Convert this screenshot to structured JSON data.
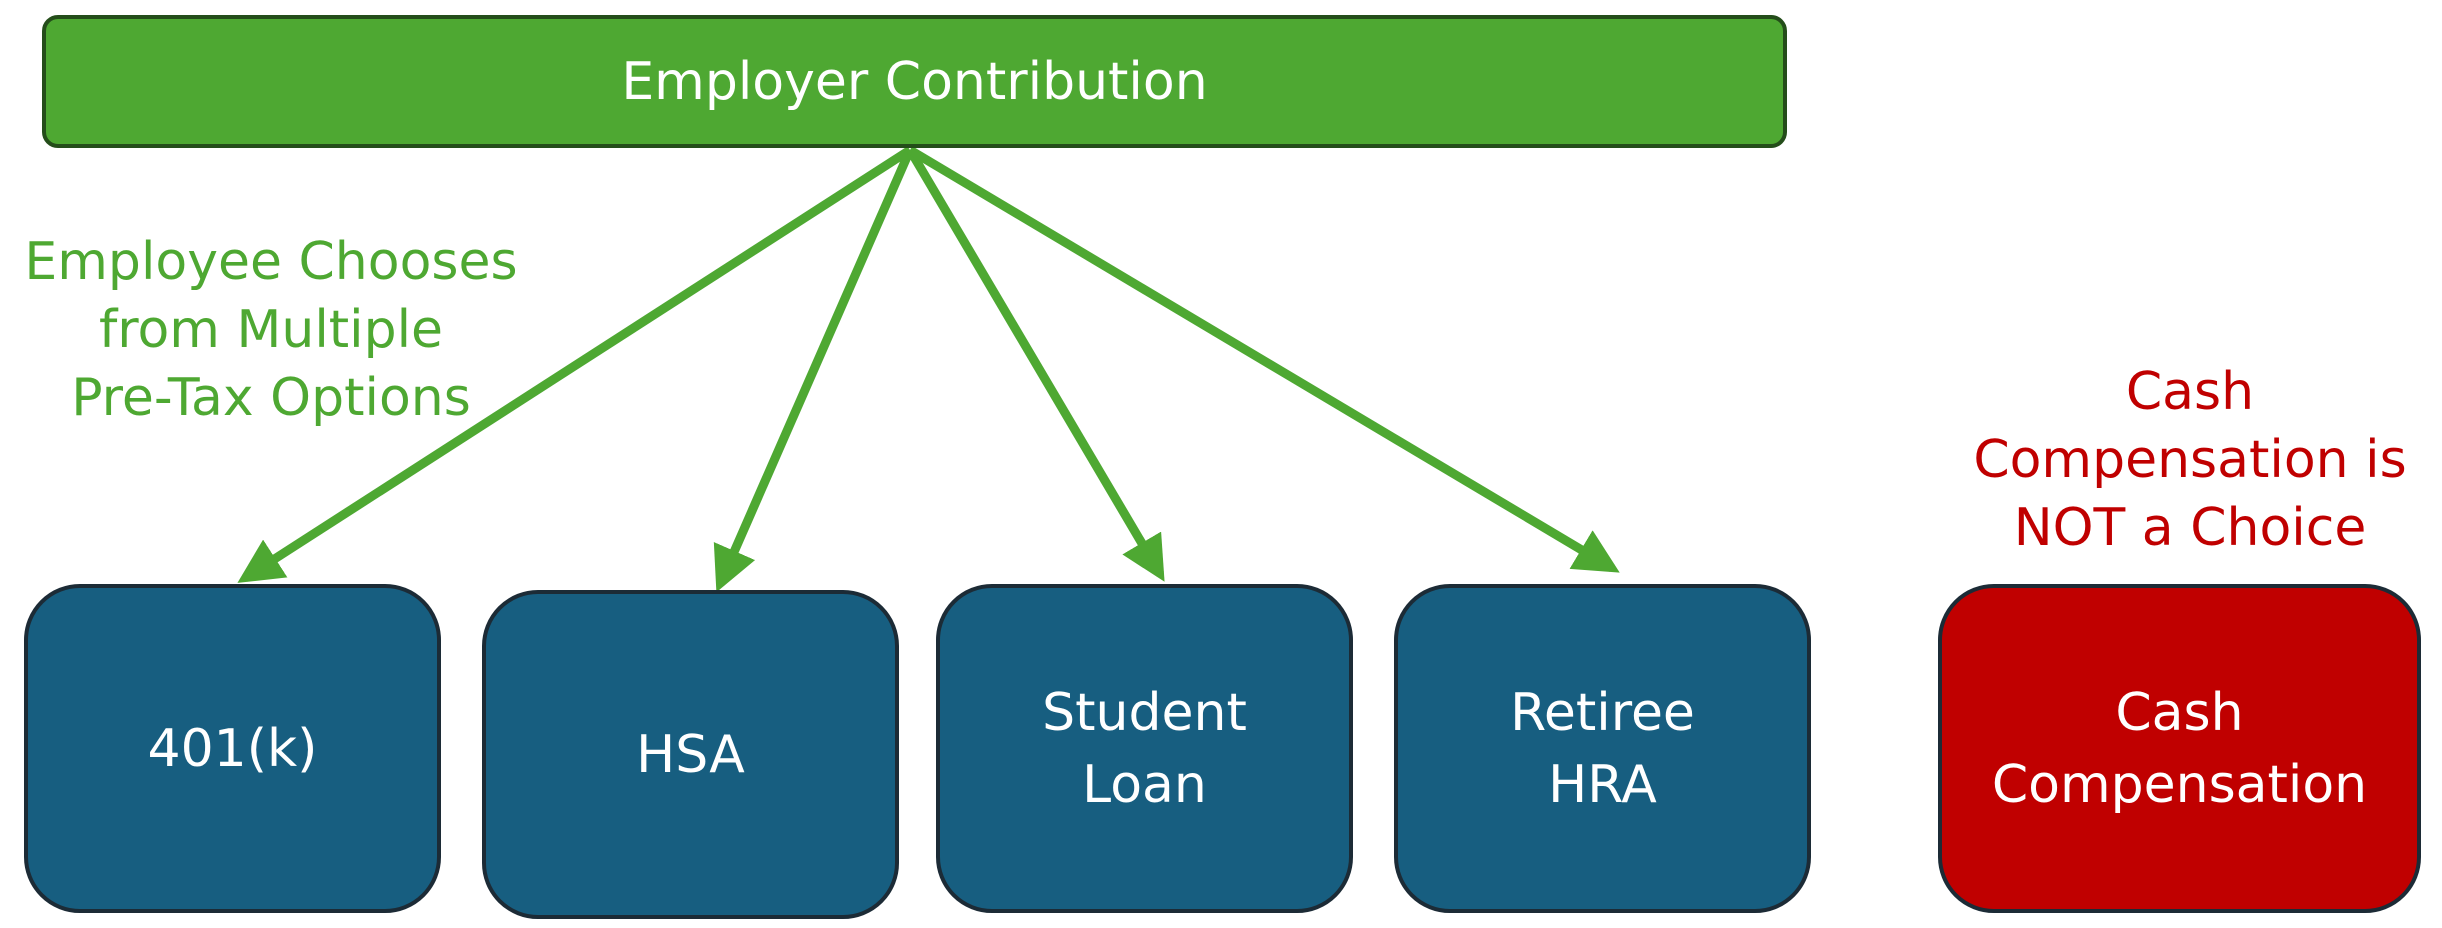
{
  "header": {
    "title": "Employer Contribution"
  },
  "left_note": "Employee Chooses\nfrom Multiple\nPre-Tax Options",
  "options": [
    {
      "label": "401(k)"
    },
    {
      "label": "HSA"
    },
    {
      "label": "Student\nLoan"
    },
    {
      "label": "Retiree\nHRA"
    }
  ],
  "cash": {
    "note": "Cash\nCompensation is\nNOT a Choice",
    "label": "Cash\nCompensation"
  },
  "colors": {
    "green": "#4ea832",
    "blue": "#175e80",
    "red": "#c00000",
    "outline": "#1c2b36"
  }
}
